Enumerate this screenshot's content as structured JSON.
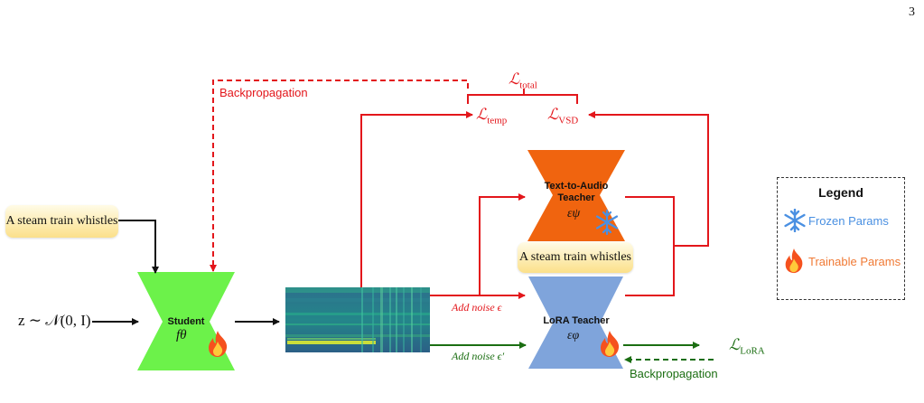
{
  "page_number": "3",
  "prompts": {
    "left": "A steam train whistles",
    "teacher": "A steam train whistles"
  },
  "student": {
    "title": "Student",
    "symbol": "fθ"
  },
  "teacher": {
    "title_line1": "Text-to-Audio",
    "title_line2": "Teacher",
    "symbol": "εψ"
  },
  "lora_teacher": {
    "title": "LoRA Teacher",
    "symbol": "εφ"
  },
  "noise_input": "z ∼ 𝒩(0, I)",
  "losses": {
    "total": "ℒtotal",
    "total_main": "ℒ",
    "total_sub": "total",
    "temp_main": "ℒ",
    "temp_sub": "temp",
    "vsd_main": "ℒ",
    "vsd_sub": "VSD",
    "lora_main": "ℒ",
    "lora_sub": "LoRA"
  },
  "edge_labels": {
    "backprop_top": "Backpropagation",
    "backprop_bottom": "Backpropagation",
    "add_noise": "Add noise ϵ",
    "add_noise_prime": "Add noise ϵ′"
  },
  "legend": {
    "title": "Legend",
    "frozen": "Frozen Params",
    "trainable": "Trainable Params"
  },
  "colors": {
    "red": "#e3161b",
    "green": "#1b6e12",
    "student_fill": "#6cf24a",
    "teacher_fill": "#f0640f",
    "lora_fill": "#7fa4db",
    "frozen_text": "#4a90e2",
    "trainable_text": "#f07a35"
  }
}
